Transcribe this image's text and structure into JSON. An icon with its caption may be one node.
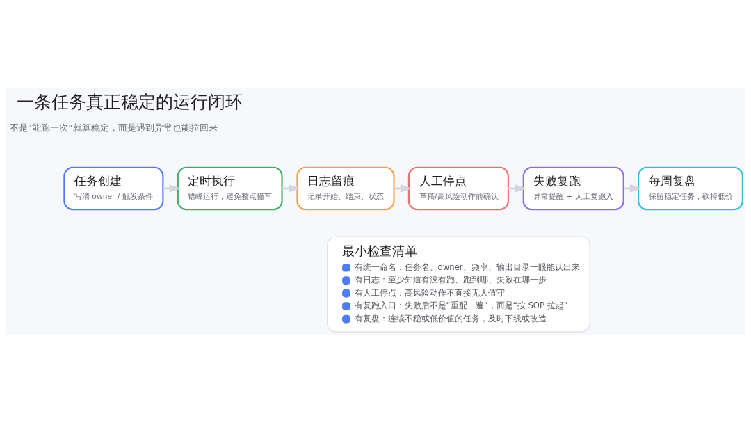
{
  "diagram": {
    "title": "一条任务真正稳定的运行闭环",
    "nodes": [
      {
        "text": [
          "任务创建",
          "写清 owner / 触发条件"
        ]
      },
      {
        "text": [
          "定时执行",
          "错峰运行，避免整点撞车"
        ]
      },
      {
        "text": [
          "日志留痕",
          "记录开始、结束、状态"
        ]
      },
      {
        "text": [
          "人工停点",
          "草稿/高风险动作前确认"
        ]
      },
      {
        "text": [
          "失败复跑",
          "异常提醒 + 人工复跑入"
        ]
      },
      {
        "text": [
          "每周复盘",
          "保留稳定任务，砍掉低价"
        ]
      },
      {
        "text": [
          "最小检查清单",
          "有统一命名：任务名、owner、频率、输出目录一眼能认出来",
          "有日志：至少知道有没有跑、跑到哪、失败在哪一步",
          "有人工停点：高风险动作不直接无人值守",
          "有复跑入口：失败后不是“重配一遍”，而是“按 SOP 拉起”",
          "有复盘：连续不稳或低价值的任务，及时下线或改造"
        ]
      }
    ],
    "edges": [
      {
        "from": 0,
        "to": 1,
        "arrow": "to"
      },
      {
        "from": 1,
        "to": 2,
        "arrow": "to"
      },
      {
        "from": 2,
        "to": 3,
        "arrow": "to"
      },
      {
        "from": 3,
        "to": 4,
        "arrow": "to"
      },
      {
        "from": 4,
        "to": 5,
        "arrow": "to"
      }
    ],
    "labels": [
      "不是“能跑一次”就算稳定，而是遇到异常也能拉回来"
    ]
  }
}
